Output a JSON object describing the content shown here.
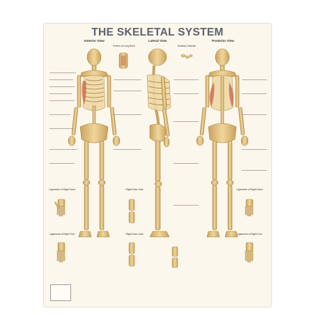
{
  "title": "THE SKELETAL SYSTEM",
  "views": {
    "anterior": "Anterior View",
    "lateral": "Lateral View",
    "posterior": "Posterior View"
  },
  "insets": {
    "long_bone": "Portion of Long Bone",
    "auditory": "Auditory Ossicles",
    "hand_ligaments": "Ligaments of Right Hand",
    "knee_anterior": "Right Knee Joint",
    "foot_ligaments": "Ligaments of Right Foot",
    "knee_posterior": "Right Knee Joint",
    "hand_ligaments_right": "Ligaments of Right Hand",
    "foot_ligaments_right": "Ligaments of Right Foot"
  },
  "colors": {
    "bone": "#e8c98a",
    "bone_shade": "#c9a25c",
    "muscle": "#c8624a",
    "poster": "#fbf7ec",
    "title": "#5a6470"
  }
}
